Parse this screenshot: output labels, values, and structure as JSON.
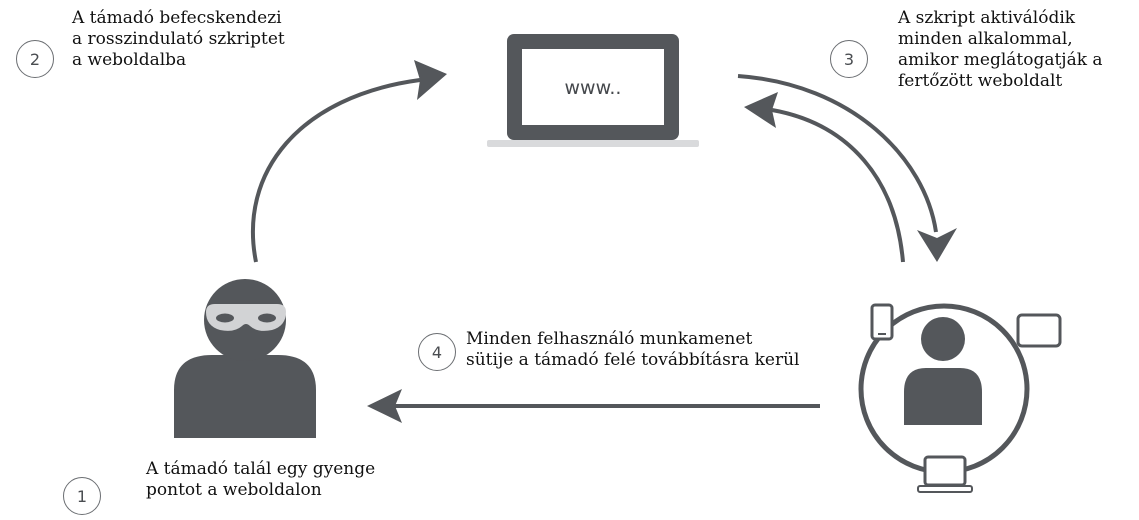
{
  "browser": {
    "url_text": "www.."
  },
  "steps": [
    {
      "number": "1",
      "lines": [
        "A támadó talál egy gyenge",
        "pontot a weboldalon"
      ]
    },
    {
      "number": "2",
      "lines": [
        "A támadó befecskendezi",
        "a rosszindulató szkriptet",
        "a weboldalba"
      ]
    },
    {
      "number": "3",
      "lines": [
        "A szkript aktiválódik",
        "minden alkalommal,",
        "amikor meglátogatják a",
        "fertőzött weboldalt"
      ]
    },
    {
      "number": "4",
      "lines": [
        "Minden felhasználó munkamenet",
        "sütije a támadó felé továbbításra kerül"
      ]
    }
  ],
  "colors": {
    "icon": "#54575b",
    "mask": "#d2d3d5",
    "arrow": "#54575b",
    "device_fill": "#ffffff"
  }
}
